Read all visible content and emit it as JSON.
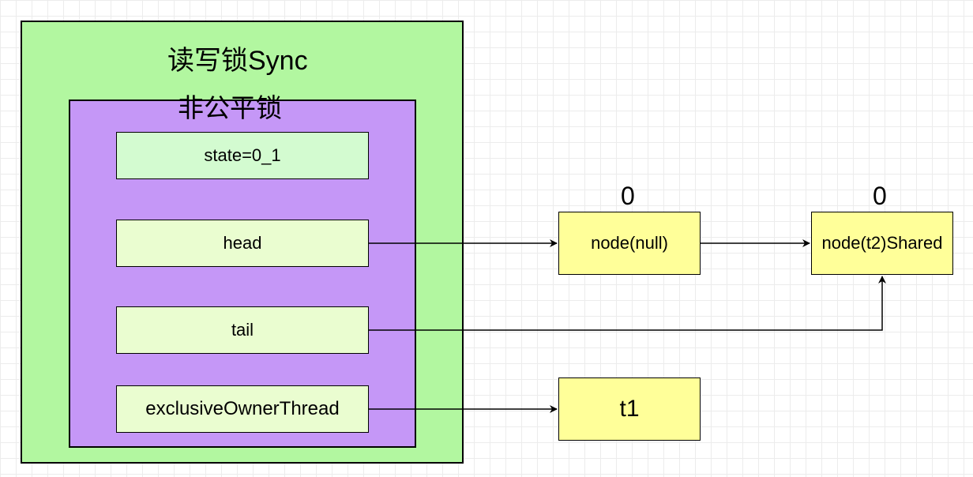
{
  "sync": {
    "title": "读写锁Sync",
    "fair_title": "非公平锁",
    "fields": {
      "state": "state=0_1",
      "head": "head",
      "tail": "tail",
      "owner": "exclusiveOwnerThread"
    }
  },
  "queue": {
    "node1": {
      "label": "node(null)",
      "count": "0"
    },
    "node2": {
      "label": "node(t2)Shared",
      "count": "0"
    }
  },
  "thread": {
    "label": "t1"
  },
  "colors": {
    "outer": "#b2f7a0",
    "inner": "#c597f7",
    "field": "#eafdd0",
    "state_field": "#d3fbd0",
    "node": "#ffff99"
  }
}
